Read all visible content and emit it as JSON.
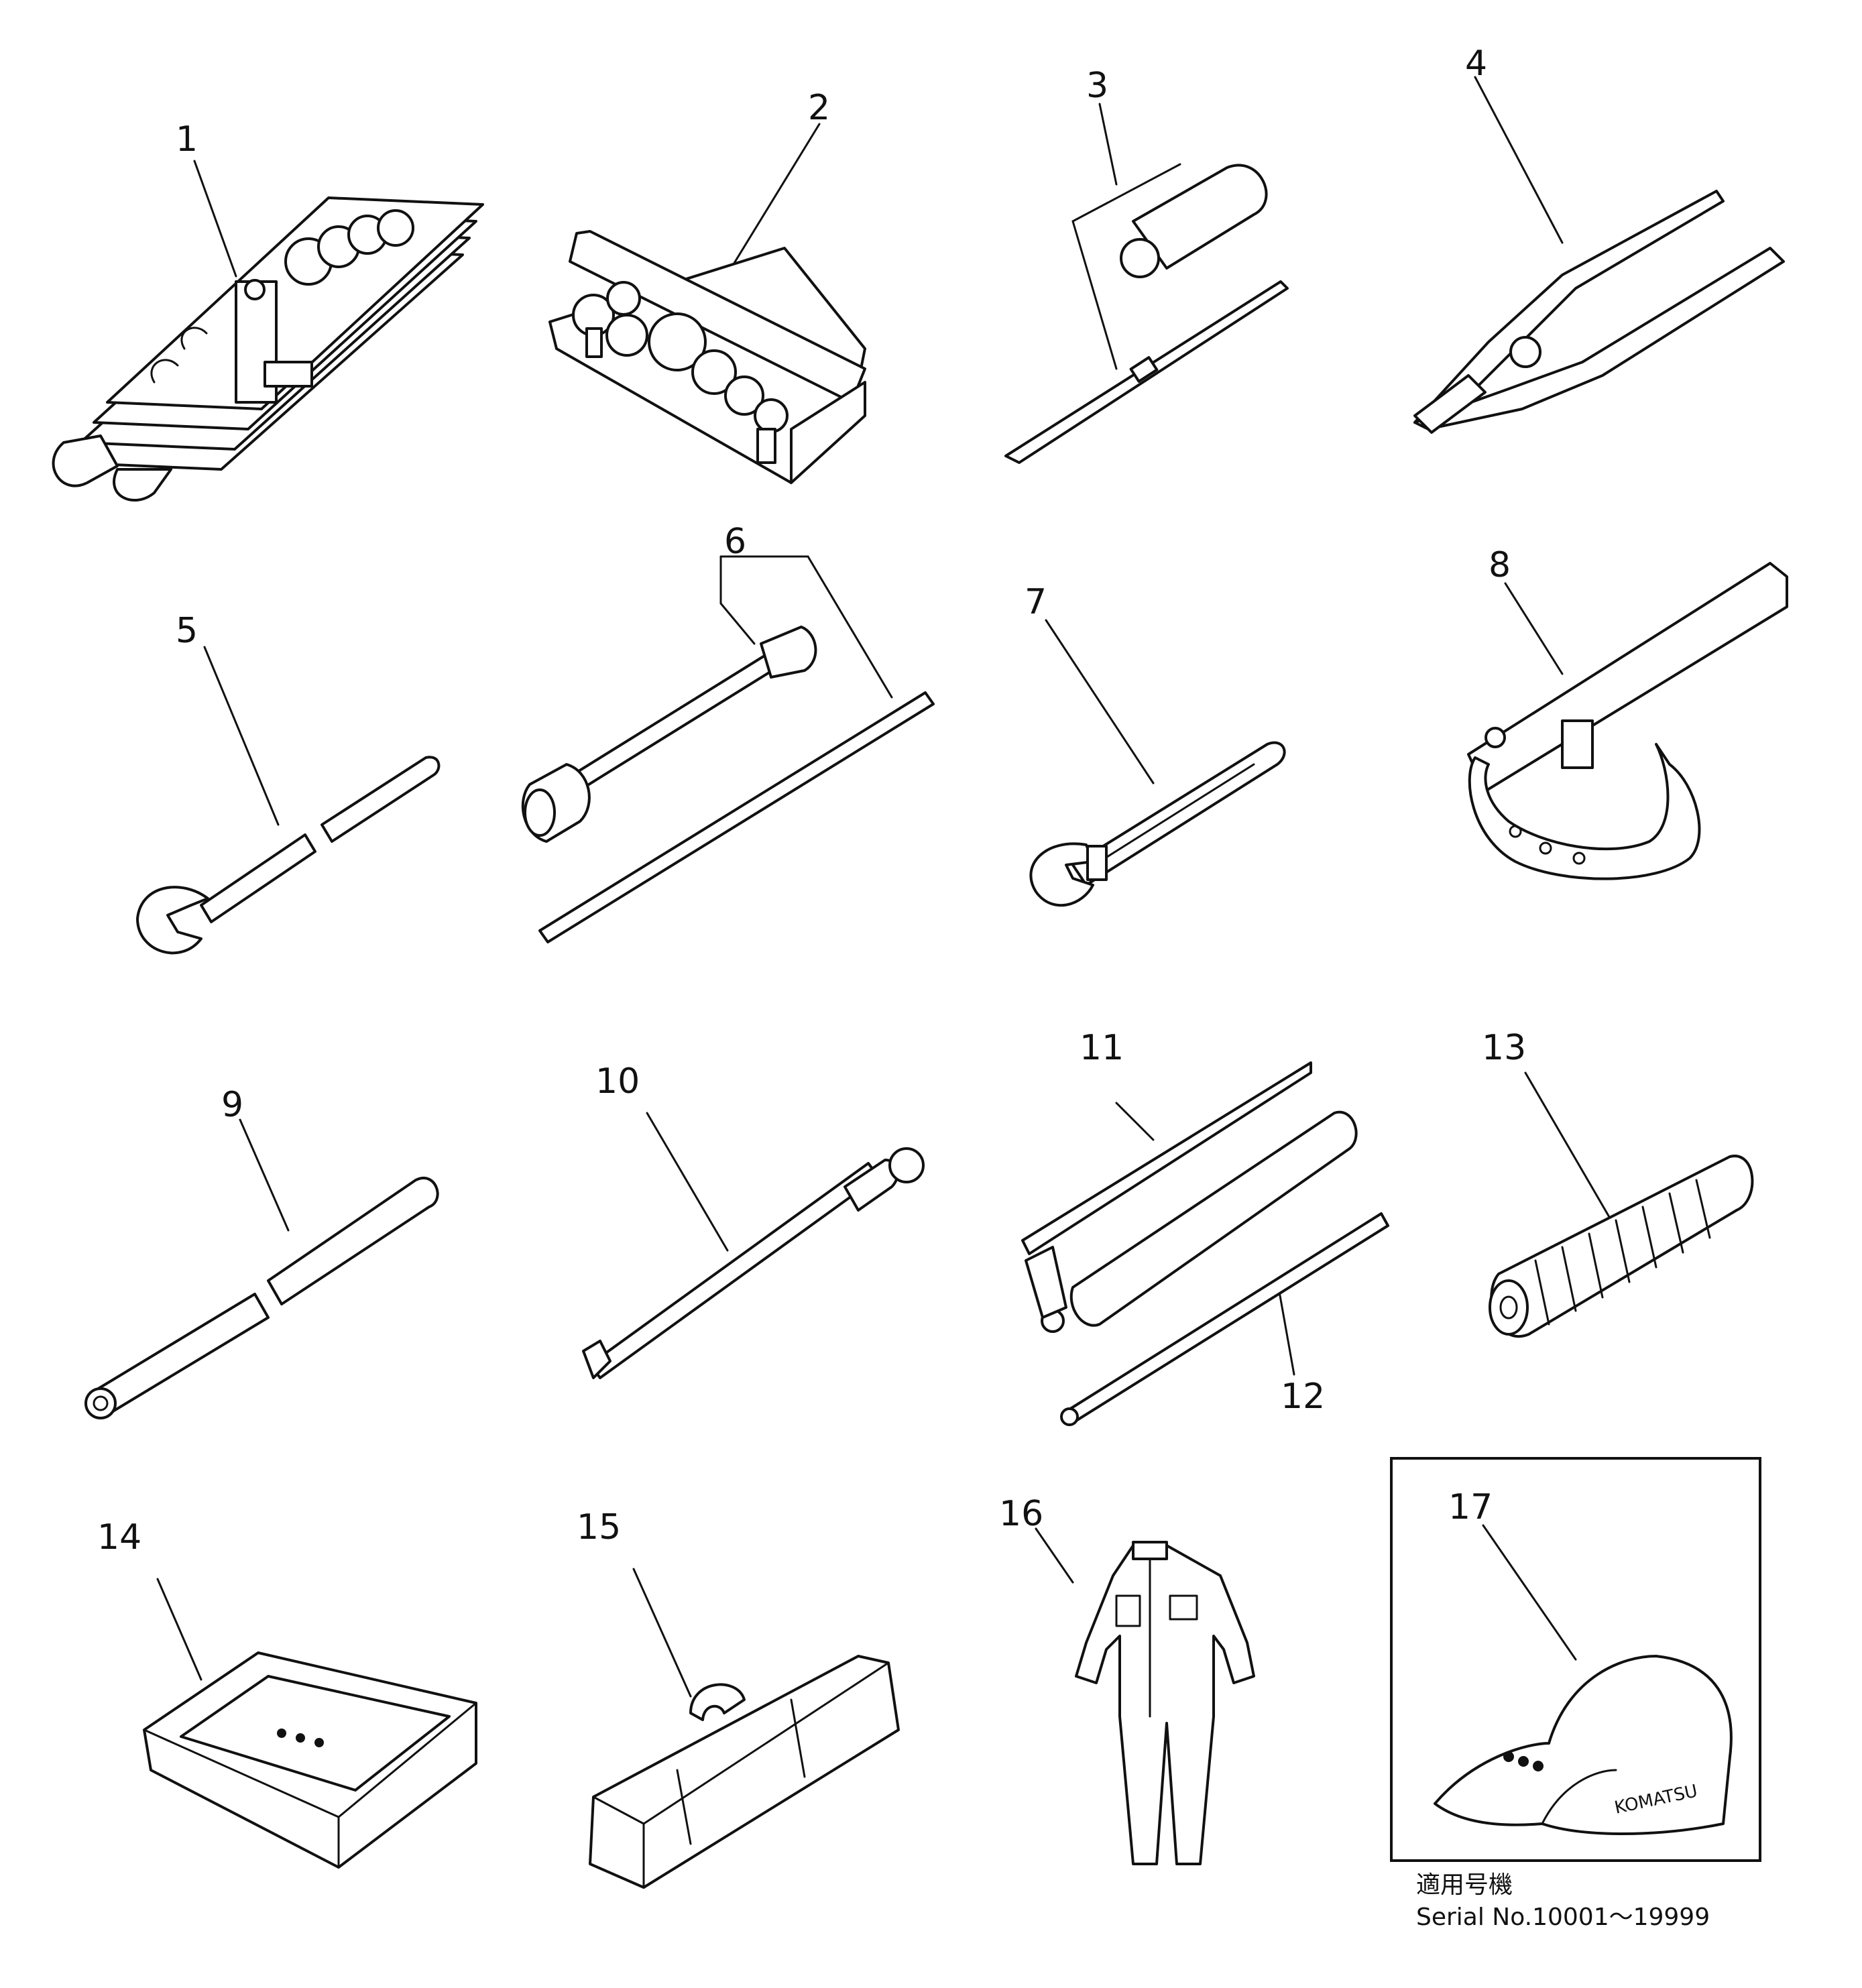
{
  "callouts": [
    "1",
    "2",
    "3",
    "4",
    "5",
    "6",
    "7",
    "8",
    "9",
    "10",
    "11",
    "12",
    "13",
    "14",
    "15",
    "16",
    "17"
  ],
  "serial": {
    "applicable_heading": "適用号機",
    "serial_range": "Serial No.10001～19999"
  },
  "cap_brand": "KOMATSU",
  "colors": {
    "ink": "#111111",
    "paper": "#ffffff"
  }
}
